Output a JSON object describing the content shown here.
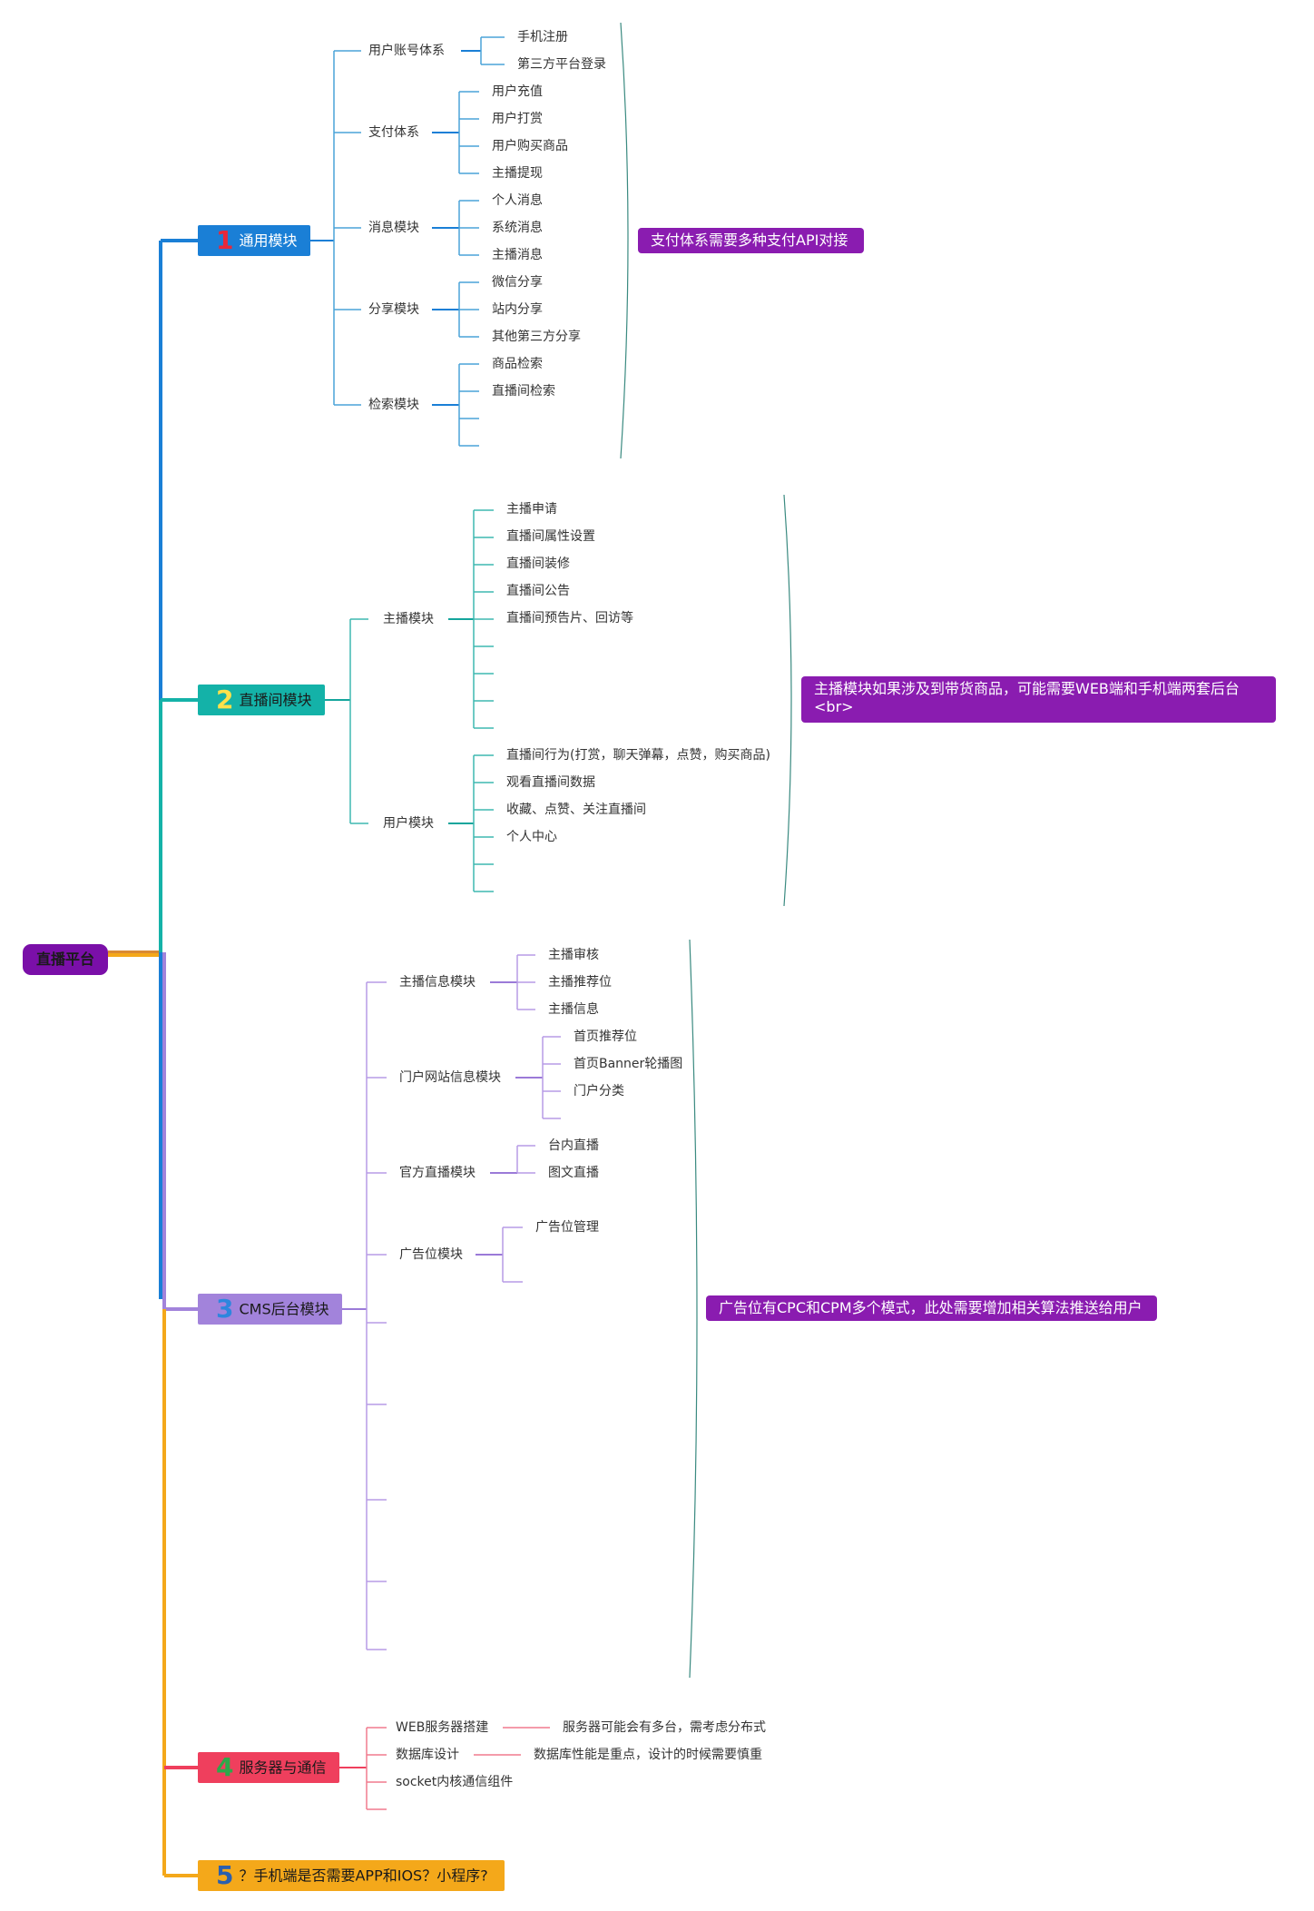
{
  "root": {
    "label": "直播平台"
  },
  "branches": [
    {
      "num": "1",
      "label": "通用模块",
      "subs": [
        {
          "label": "用户账号体系",
          "leaves": [
            "手机注册",
            "第三方平台登录"
          ]
        },
        {
          "label": "支付体系",
          "leaves": [
            "用户充值",
            "用户打赏",
            "用户购买商品",
            "主播提现"
          ]
        },
        {
          "label": "消息模块",
          "leaves": [
            "个人消息",
            "系统消息",
            "主播消息"
          ]
        },
        {
          "label": "分享模块",
          "leaves": [
            "微信分享",
            "站内分享",
            "其他第三方分享"
          ]
        },
        {
          "label": "检索模块",
          "leaves": [
            "商品检索",
            "直播间检索",
            "",
            ""
          ]
        }
      ],
      "note": "支付体系需要多种支付API对接"
    },
    {
      "num": "2",
      "label": "直播间模块",
      "subs": [
        {
          "label": "主播模块",
          "leaves": [
            "主播申请",
            "直播间属性设置",
            "直播间装修",
            "直播间公告",
            "直播间预告片、回访等",
            "",
            "",
            "",
            ""
          ]
        },
        {
          "label": "用户模块",
          "leaves": [
            "直播间行为(打赏，聊天弹幕，点赞，购买商品)",
            "观看直播间数据",
            "收藏、点赞、关注直播间",
            "个人中心",
            "",
            ""
          ]
        }
      ],
      "note": "主播模块如果涉及到带货商品，可能需要WEB端和手机端两套后台<br>"
    },
    {
      "num": "3",
      "label": "CMS后台模块",
      "subs": [
        {
          "label": "主播信息模块",
          "leaves": [
            "主播审核",
            "主播推荐位",
            "主播信息"
          ]
        },
        {
          "label": "门户网站信息模块",
          "leaves": [
            "首页推荐位",
            "首页Banner轮播图",
            "门户分类"
          ]
        },
        {
          "label": "官方直播模块",
          "leaves": [
            "台内直播",
            "图文直播"
          ]
        },
        {
          "label": "广告位模块",
          "leaves": [
            "广告位管理",
            ""
          ]
        },
        {
          "label": "",
          "leaves": []
        },
        {
          "label": "",
          "leaves": []
        },
        {
          "label": "",
          "leaves": []
        },
        {
          "label": "",
          "leaves": []
        },
        {
          "label": "",
          "leaves": []
        }
      ],
      "note": "广告位有CPC和CPM多个模式，此处需要增加相关算法推送给用户"
    },
    {
      "num": "4",
      "label": "服务器与通信",
      "subs": [
        {
          "label": "WEB服务器搭建",
          "remark": "服务器可能会有多台，需考虑分布式"
        },
        {
          "label": "数据库设计",
          "remark": "数据库性能是重点，设计的时候需要慎重"
        },
        {
          "label": "socket内核通信组件",
          "remark": ""
        },
        {
          "label": "",
          "remark": ""
        }
      ]
    },
    {
      "num": "5",
      "label": "？手机端是否需要APP和IOS？小程序?"
    }
  ],
  "colors": {
    "root": "#7a0fa8",
    "b1": "#1a7fd6",
    "b2": "#14b2a8",
    "b3": "#a283db",
    "b4": "#ef3f5d",
    "b5": "#f4a81a",
    "note": "#8a1cb0"
  }
}
